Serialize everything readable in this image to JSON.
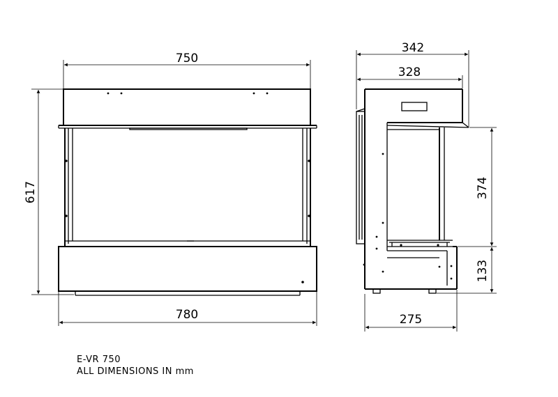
{
  "front_view": {
    "width_top": "750",
    "width_bottom": "780",
    "height": "617"
  },
  "side_view": {
    "depth_overall": "342",
    "depth_body": "328",
    "opening_height": "374",
    "base_height": "133",
    "depth_base": "275"
  },
  "notes": {
    "model": "E-VR  750",
    "units": "ALL  DIMENSIONS  IN  mm"
  }
}
